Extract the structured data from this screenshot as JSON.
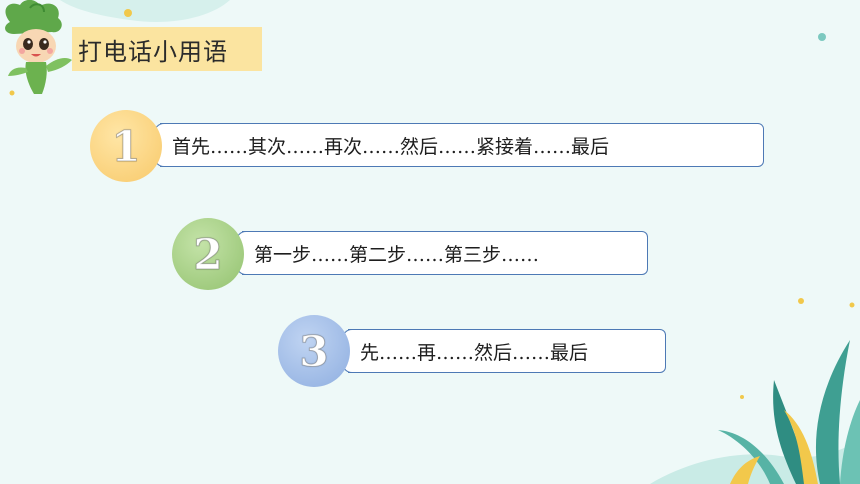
{
  "title": "打电话小用语",
  "items": [
    {
      "number": "1",
      "text": "首先……其次……再次……然后……紧接着……最后",
      "color": "#fcd88a"
    },
    {
      "number": "2",
      "text": "第一步……第二步……第三步……",
      "color": "#a9d088"
    },
    {
      "number": "3",
      "text": "先……再……然后……最后",
      "color": "#a5c0e8"
    }
  ]
}
